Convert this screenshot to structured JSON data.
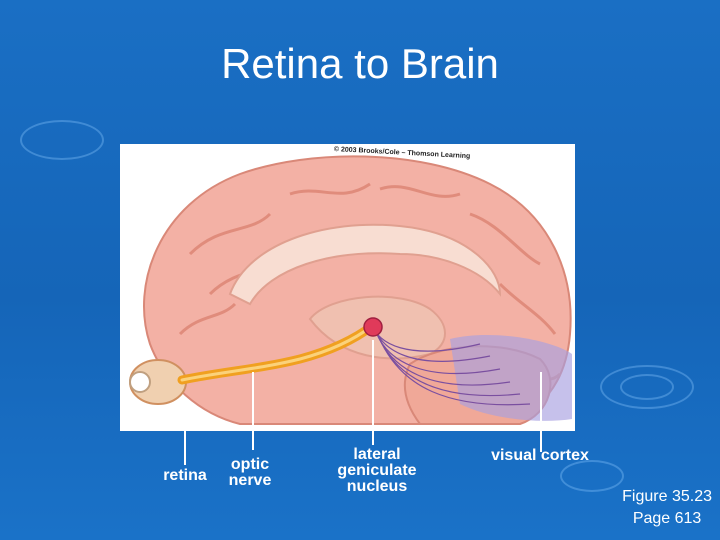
{
  "slide": {
    "title": "Retina to Brain",
    "figure_reference": "Figure 35.23\nPage 613"
  },
  "figure": {
    "copyright": "© 2003 Brooks/Cole – Thomson Learning"
  },
  "labels": {
    "retina": "retina",
    "optic_nerve": "optic\nnerve",
    "lgn": "lateral\ngeniculate\nnucleus",
    "visual_cortex": "visual cortex"
  },
  "colors": {
    "background": "#1565b8",
    "brain": "#f3b1a5",
    "brain_fold": "#e89484",
    "optic_nerve": "#f0a020",
    "lgn": "#e03a5a",
    "radiation": "#7a4fa0",
    "visual_cortex_region": "#a8a0e0"
  }
}
